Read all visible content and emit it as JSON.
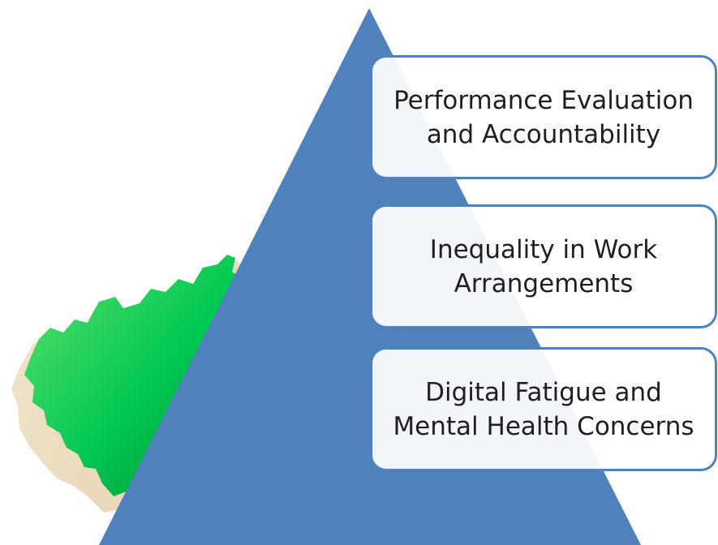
{
  "diagram": {
    "pyramid_color": "#4f81bd",
    "box_border_color": "#4f81bd",
    "map_color": "#00c853",
    "items": [
      {
        "label": "Performance Evaluation\nand Accountability"
      },
      {
        "label": "Inequality in Work\nArrangements"
      },
      {
        "label": "Digital Fatigue and\nMental Health Concerns"
      }
    ]
  }
}
